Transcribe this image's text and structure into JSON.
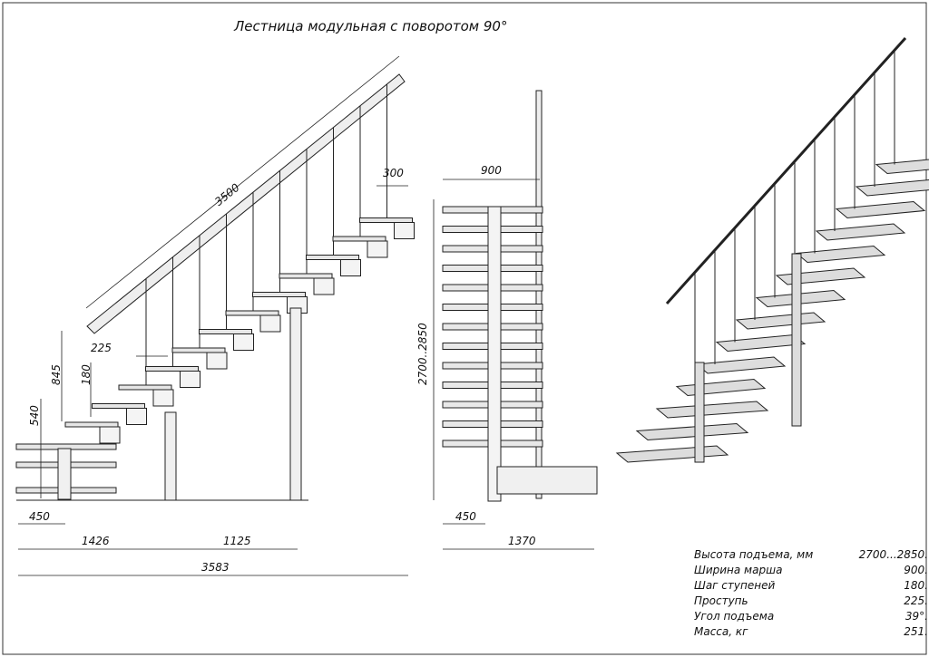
{
  "title": "Лестница модульная с поворотом 90°",
  "dimensions": {
    "handrail_length": "3500",
    "top_step": "300",
    "tread": "225",
    "height_845": "845",
    "step_rise": "180",
    "height_540": "540",
    "landing_450_left": "450",
    "length_1426": "1426",
    "length_1125": "1125",
    "total_length": "3583",
    "march_width": "900",
    "height_range": "2700..2850",
    "landing_450_front": "450",
    "length_1370": "1370"
  },
  "specs": [
    {
      "label": "Высота подъема, мм",
      "value": "2700...2850."
    },
    {
      "label": "Ширина марша",
      "value": "900."
    },
    {
      "label": "Шаг ступеней",
      "value": "180."
    },
    {
      "label": "Проступь",
      "value": "225."
    },
    {
      "label": "Угол подъема",
      "value": "39°."
    },
    {
      "label": "Масса, кг",
      "value": "251."
    }
  ]
}
